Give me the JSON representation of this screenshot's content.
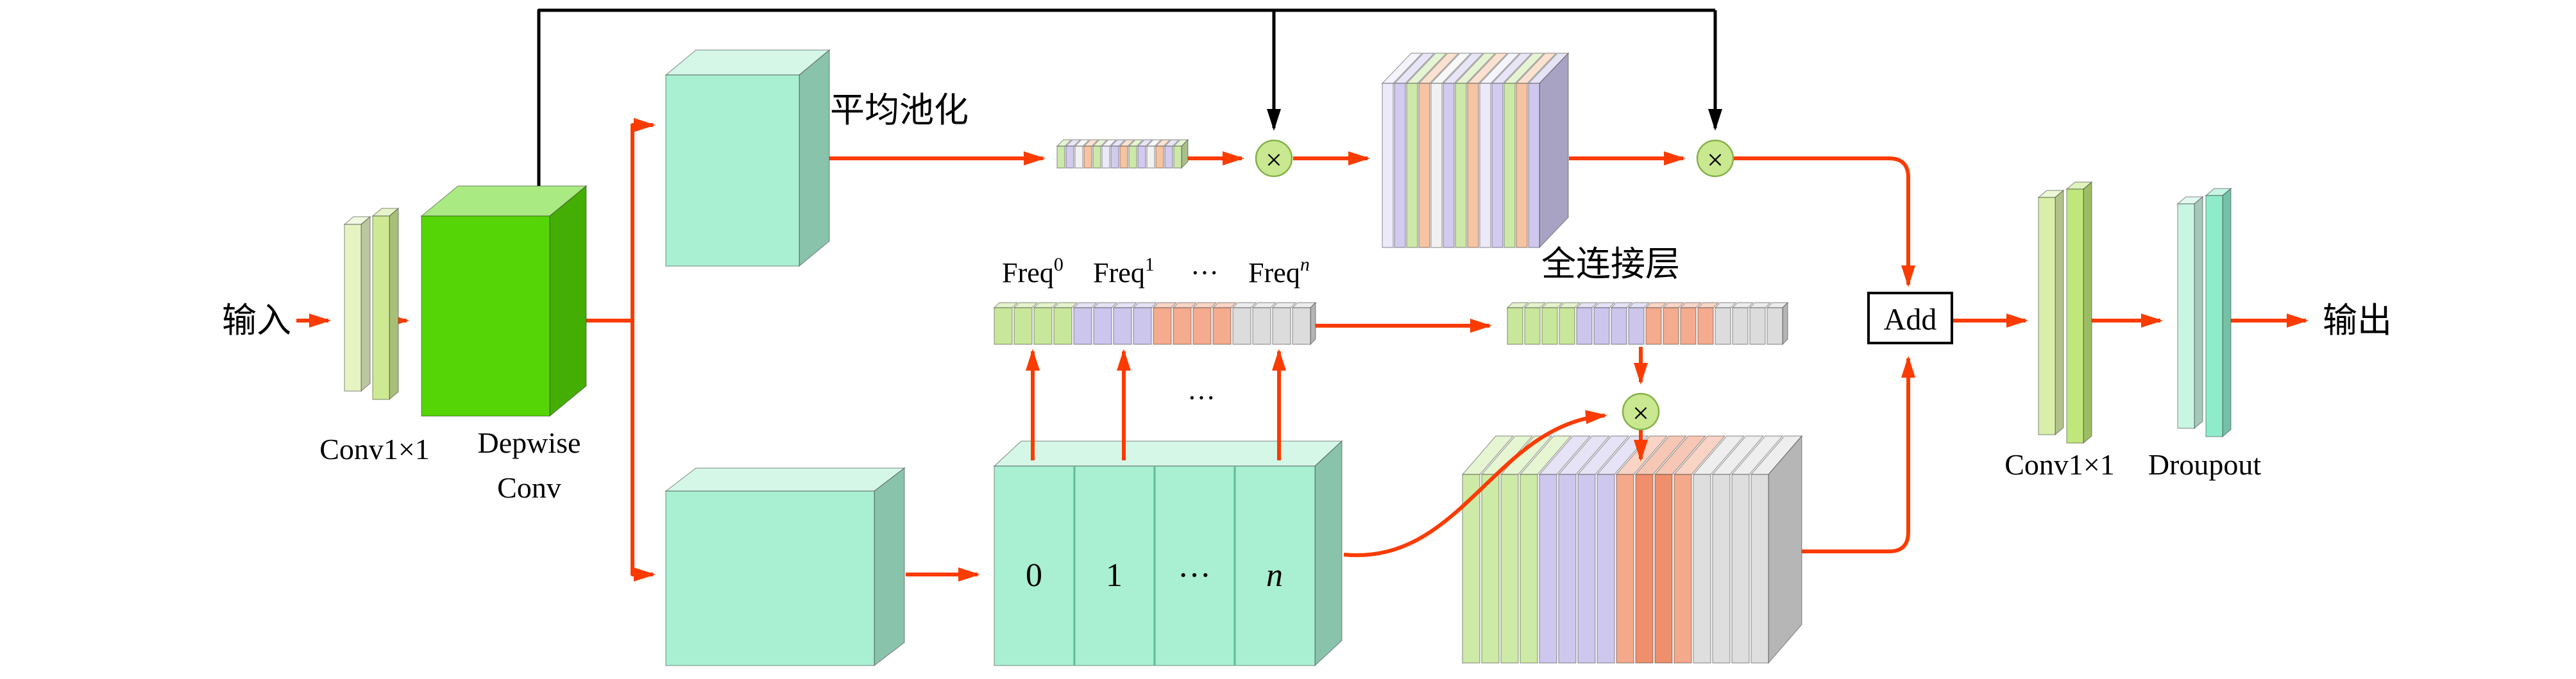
{
  "labels": {
    "input": "输入",
    "conv1x1_left": "Conv1×1",
    "depwise_line1": "Depwise",
    "depwise_line2": "Conv",
    "avg_pool": "平均池化",
    "freq_base": "Freq",
    "freq_sup_0": "0",
    "freq_sup_1": "1",
    "freq_sup_n": "n",
    "freq_dots": "···",
    "fc_layer": "全连接层",
    "mid_dots": "···",
    "sec_0": "0",
    "sec_1": "1",
    "sec_dots": "···",
    "sec_n": "n",
    "add": "Add",
    "multiply": "×",
    "conv1x1_right": "Conv1×1",
    "dropout": "Droupout",
    "output": "输出"
  },
  "colors": {
    "arrow_red": "#fb3b00",
    "line_black": "#000000",
    "multiply_fill": "#c9e88f",
    "multiply_stroke": "#84b24a",
    "add_box_fill": "#ffffff",
    "add_box_stroke": "#000000",
    "divider_teal": "#5bbd97"
  },
  "palettes": {
    "green_cube": [
      "#55d506"
    ],
    "mint": [
      "#a9efd2"
    ],
    "plate_pale_green": [
      "#e6f3c3"
    ],
    "plate_green": [
      "#cdea92"
    ],
    "plate_green_b": [
      "#d9efa9"
    ],
    "plate_green_c": [
      "#c0e77b"
    ],
    "plate_mint_light": [
      "#c9f5e3"
    ],
    "plate_teal": [
      "#8feccb"
    ],
    "small_strip": [
      "#cde9a9",
      "#d2cbef",
      "#f1f1f1",
      "#f6c4a2",
      "#cde9a9",
      "#ece9fa",
      "#d2cbef",
      "#f6c4a2",
      "#cde9a9",
      "#d2cbef",
      "#f1f1f1",
      "#f6c4a2",
      "#d2cbef",
      "#cde9a9"
    ],
    "top_stack": [
      "#ece9fa",
      "#d2cbef",
      "#cde9a9",
      "#f6c4a2",
      "#f1f1f1",
      "#d2cbef",
      "#cde9a9",
      "#f6c4a2",
      "#ece9fa",
      "#d2cbef",
      "#cde9a9",
      "#f6c4a2",
      "#cfc7ee"
    ],
    "freq_strip": [
      "#c9e79a",
      "#c9e79a",
      "#c9e79a",
      "#c9e79a",
      "#ccc5ec",
      "#ccc5ec",
      "#ccc5ec",
      "#ccc5ec",
      "#f5ab8e",
      "#f5ab8e",
      "#f5ab8e",
      "#f5ab8e",
      "#dcdcdc",
      "#dcdcdc",
      "#dcdcdc",
      "#dcdcdc"
    ],
    "fc_strip": [
      "#c9e79a",
      "#c9e79a",
      "#c9e79a",
      "#c9e79a",
      "#ccc5ec",
      "#ccc5ec",
      "#ccc5ec",
      "#ccc5ec",
      "#f5ab8e",
      "#f5ab8e",
      "#f5ab8e",
      "#f5ab8e",
      "#dcdcdc",
      "#dcdcdc",
      "#dcdcdc",
      "#dcdcdc"
    ],
    "bottom_stack": [
      "#cdeba6",
      "#cdeba6",
      "#cdeba6",
      "#cdeba6",
      "#cfc8ee",
      "#cfc8ee",
      "#cfc8ee",
      "#cfc8ee",
      "#f4a98b",
      "#ef8f6b",
      "#ef8f6b",
      "#f4a98b",
      "#dedede",
      "#dedede",
      "#dedede",
      "#dedede"
    ]
  }
}
